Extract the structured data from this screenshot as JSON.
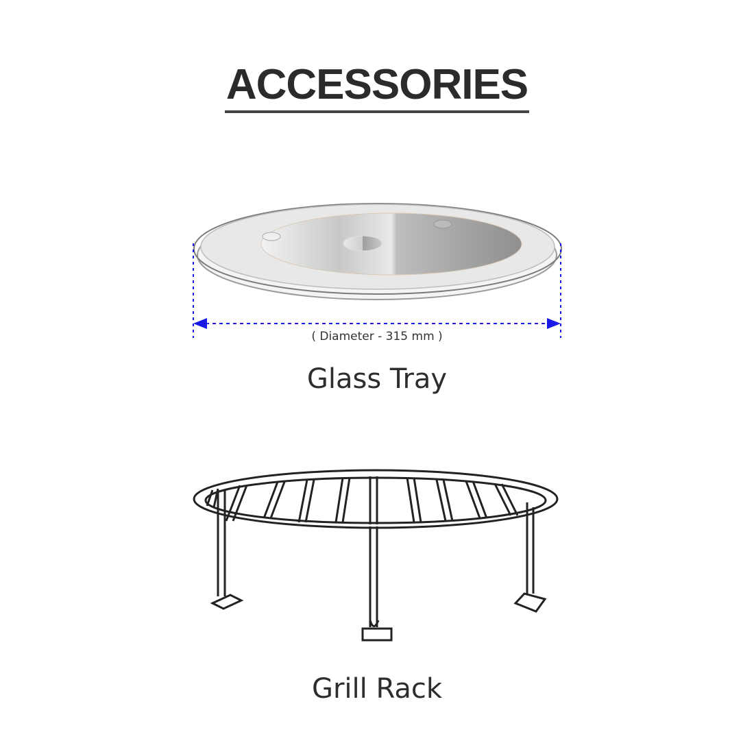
{
  "title": "ACCESSORIES",
  "items": [
    {
      "name": "Glass Tray",
      "dimension_label": "( Diameter - 315 mm )",
      "dimension_color": "#1a1ae6"
    },
    {
      "name": "Grill Rack"
    }
  ]
}
